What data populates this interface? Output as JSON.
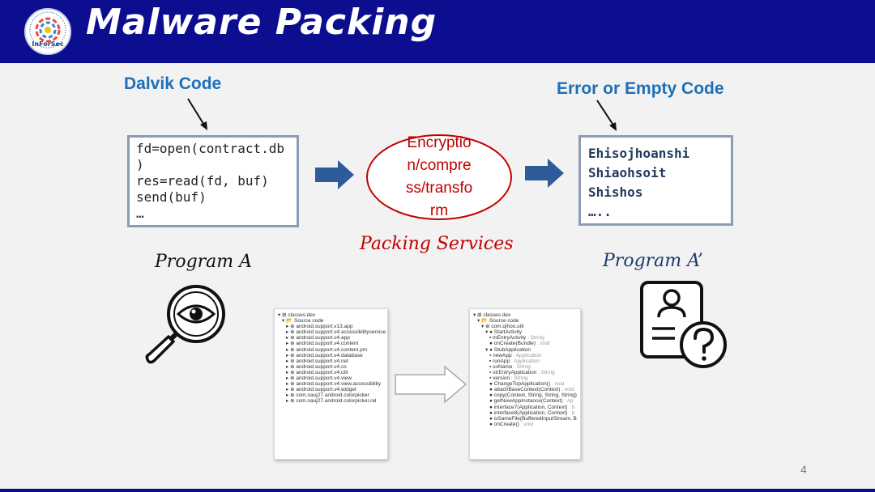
{
  "header": {
    "title": "Malware Packing",
    "logo_text": "InForSec"
  },
  "left": {
    "label": "Dalvik Code",
    "code_lines": [
      "fd=open(contract.db",
      ")",
      "res=read(fd, buf)",
      "send(buf)",
      "…"
    ],
    "program_label": "Program A"
  },
  "middle": {
    "ellipse_lines": [
      "Encryptio",
      "n/compre",
      "ss/transfo",
      "rm"
    ],
    "packing_label": "Packing Services"
  },
  "right": {
    "label": "Error or Empty Code",
    "code_lines": [
      "Ehisojhoanshi",
      "Shiaohsoit",
      "Shishos",
      "….."
    ],
    "program_label": "Program A’"
  },
  "screenshot_left": {
    "rows": [
      {
        "indent": 0,
        "text": "▾ ⊞ classes.dex",
        "type": ""
      },
      {
        "indent": 1,
        "text": "▾ 📂 Source code",
        "type": ""
      },
      {
        "indent": 2,
        "text": "▸ ⊕ android.support.v13.app",
        "type": ""
      },
      {
        "indent": 2,
        "text": "▸ ⊕ android.support.v4.accessibilityservice",
        "type": ""
      },
      {
        "indent": 2,
        "text": "▸ ⊕ android.support.v4.app",
        "type": ""
      },
      {
        "indent": 2,
        "text": "▸ ⊕ android.support.v4.content",
        "type": ""
      },
      {
        "indent": 2,
        "text": "▸ ⊕ android.support.v4.content.pm",
        "type": ""
      },
      {
        "indent": 2,
        "text": "▸ ⊕ android.support.v4.database",
        "type": ""
      },
      {
        "indent": 2,
        "text": "▸ ⊕ android.support.v4.net",
        "type": ""
      },
      {
        "indent": 2,
        "text": "▸ ⊕ android.support.v4.os",
        "type": ""
      },
      {
        "indent": 2,
        "text": "▸ ⊕ android.support.v4.util",
        "type": ""
      },
      {
        "indent": 2,
        "text": "▸ ⊕ android.support.v4.view",
        "type": ""
      },
      {
        "indent": 2,
        "text": "▸ ⊕ android.support.v4.view.accessibility",
        "type": ""
      },
      {
        "indent": 2,
        "text": "▸ ⊕ android.support.v4.widget",
        "type": ""
      },
      {
        "indent": 2,
        "text": "▸ ⊕ com.nauj27.android.colorpicker",
        "type": ""
      },
      {
        "indent": 2,
        "text": "▸ ⊕ com.nauj27.android.colorpicker.ral",
        "type": ""
      }
    ]
  },
  "screenshot_right": {
    "rows": [
      {
        "indent": 0,
        "text": "▾ ⊞ classes.dex",
        "type": ""
      },
      {
        "indent": 1,
        "text": "▾ 📂 Source code",
        "type": ""
      },
      {
        "indent": 2,
        "text": "▾ ⊕ com.qihoo.util",
        "type": ""
      },
      {
        "indent": 3,
        "text": "▾ ● StartActivity",
        "type": ""
      },
      {
        "indent": 4,
        "text": "▪ mEntryActivity",
        "type": " : String"
      },
      {
        "indent": 4,
        "text": "● onCreate(Bundle)",
        "type": " : void"
      },
      {
        "indent": 3,
        "text": "▾ ● StubApplication",
        "type": ""
      },
      {
        "indent": 4,
        "text": "▪ newApp",
        "type": " : Application"
      },
      {
        "indent": 4,
        "text": "▪ runApp",
        "type": " : Application"
      },
      {
        "indent": 4,
        "text": "▪ soName",
        "type": " : String"
      },
      {
        "indent": 4,
        "text": "▪ strEntryApplication",
        "type": " : String"
      },
      {
        "indent": 4,
        "text": "▪ version",
        "type": " : String"
      },
      {
        "indent": 4,
        "text": "● ChangeTopApplication()",
        "type": " : void"
      },
      {
        "indent": 4,
        "text": "● attachBaseContext(Context)",
        "type": " : void"
      },
      {
        "indent": 4,
        "text": "● copy(Context, String, String, String)",
        "type": ""
      },
      {
        "indent": 4,
        "text": "● getNewAppInstance(Context)",
        "type": " : Ap"
      },
      {
        "indent": 4,
        "text": "● interface7(Application, Context)",
        "type": " : b"
      },
      {
        "indent": 4,
        "text": "● interface8(Application, Context)",
        "type": " : b"
      },
      {
        "indent": 4,
        "text": "● isSameFile(BufferedInputStream, B",
        "type": ""
      },
      {
        "indent": 4,
        "text": "● onCreate()",
        "type": " : void"
      }
    ]
  },
  "page_number": "4",
  "colors": {
    "header_bg": "#0d0d8f",
    "label_blue": "#1f6fb8",
    "arrow_blue": "#2e5b9a",
    "packing_red": "#c00000"
  },
  "icons": [
    "magnifier-eye-icon",
    "document-user-question-icon"
  ]
}
